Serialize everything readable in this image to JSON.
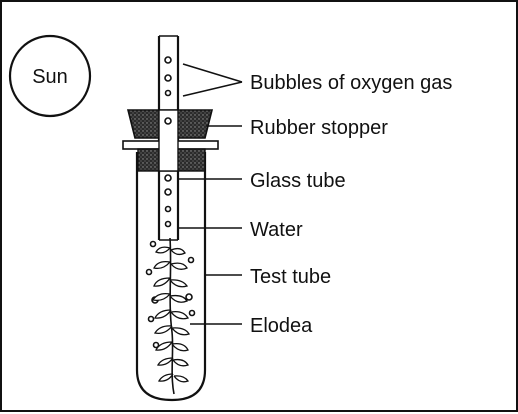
{
  "sun": {
    "label": "Sun"
  },
  "labels": {
    "bubbles": "Bubbles of oxygen gas",
    "stopper": "Rubber stopper",
    "glass_tube": "Glass tube",
    "water": "Water",
    "test_tube": "Test tube",
    "elodea": "Elodea"
  },
  "colors": {
    "ink": "#111111",
    "stopper_fill": "#3a3a3a",
    "background": "#ffffff"
  }
}
